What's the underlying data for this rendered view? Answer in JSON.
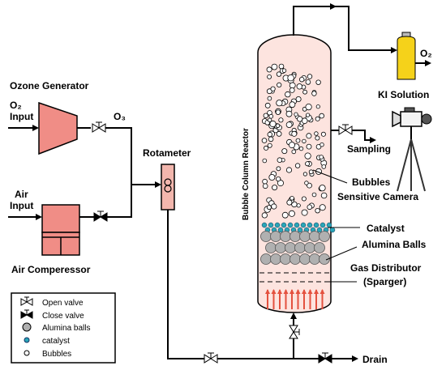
{
  "labels": {
    "ozone_generator": "Ozone Generator",
    "o2_input": [
      "O₂",
      "Input"
    ],
    "o3": "O₃",
    "air_input": [
      "Air",
      "Input"
    ],
    "air_compressor": "Air Comperessor",
    "rotameter": "Rotameter",
    "reactor": "Bubble Column Reactor",
    "o2_out": "O₂",
    "ki_solution": "KI Solution",
    "sampling": "Sampling",
    "bubbles": "Bubbles",
    "camera": "Sensitive Camera",
    "catalyst": "Catalyst",
    "alumina_balls": "Alumina Balls",
    "gas_distributor": [
      "Gas Distributor",
      "(Sparger)"
    ],
    "drain": "Drain"
  },
  "legend": {
    "items": [
      {
        "icon": "open-valve-icon",
        "label": "Open valve"
      },
      {
        "icon": "close-valve-icon",
        "label": "Close valve"
      },
      {
        "icon": "alumina-ball-icon",
        "label": "Alumina balls"
      },
      {
        "icon": "catalyst-dot-icon",
        "label": "catalyst"
      },
      {
        "icon": "bubble-icon",
        "label": "Bubbles"
      }
    ]
  },
  "colors": {
    "equipment_fill": "#f08d86",
    "reactor_fill": "#fde4df",
    "rotameter_fill": "#f2b6ad",
    "catalyst": "#2aa6b8",
    "alumina": "#b0b0b0",
    "arrow": "#e4513f",
    "cylinder": "#f5d21a"
  }
}
